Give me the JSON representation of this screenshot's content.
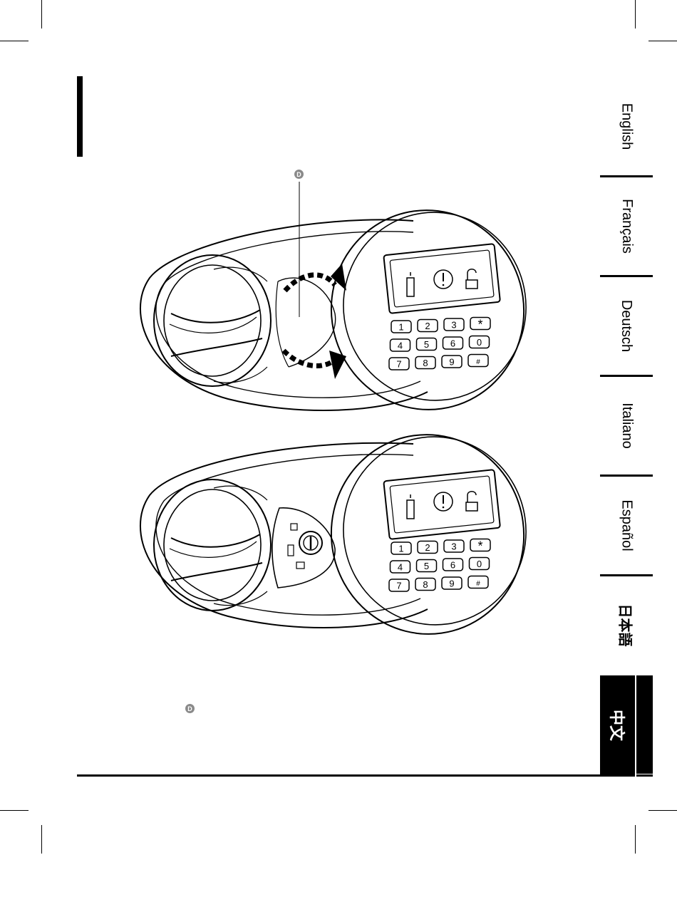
{
  "languages": {
    "english": "English",
    "francais": "Français",
    "deutsch": "Deutsch",
    "italiano": "Italiano",
    "espanol": "Español",
    "japanese": "日本語",
    "chinese": "中文"
  },
  "active_language": "中文",
  "callout_label": "D",
  "keypad_keys": [
    "1",
    "2",
    "3",
    "*",
    "4",
    "5",
    "6",
    "0",
    "7",
    "8",
    "9",
    "#"
  ],
  "display_icons": [
    "battery-icon",
    "alert-icon",
    "unlock-icon"
  ],
  "colors": {
    "ink": "#000000",
    "badge": "#8a8a8a",
    "active_tab_bg": "#000000",
    "active_tab_text": "#ffffff"
  }
}
